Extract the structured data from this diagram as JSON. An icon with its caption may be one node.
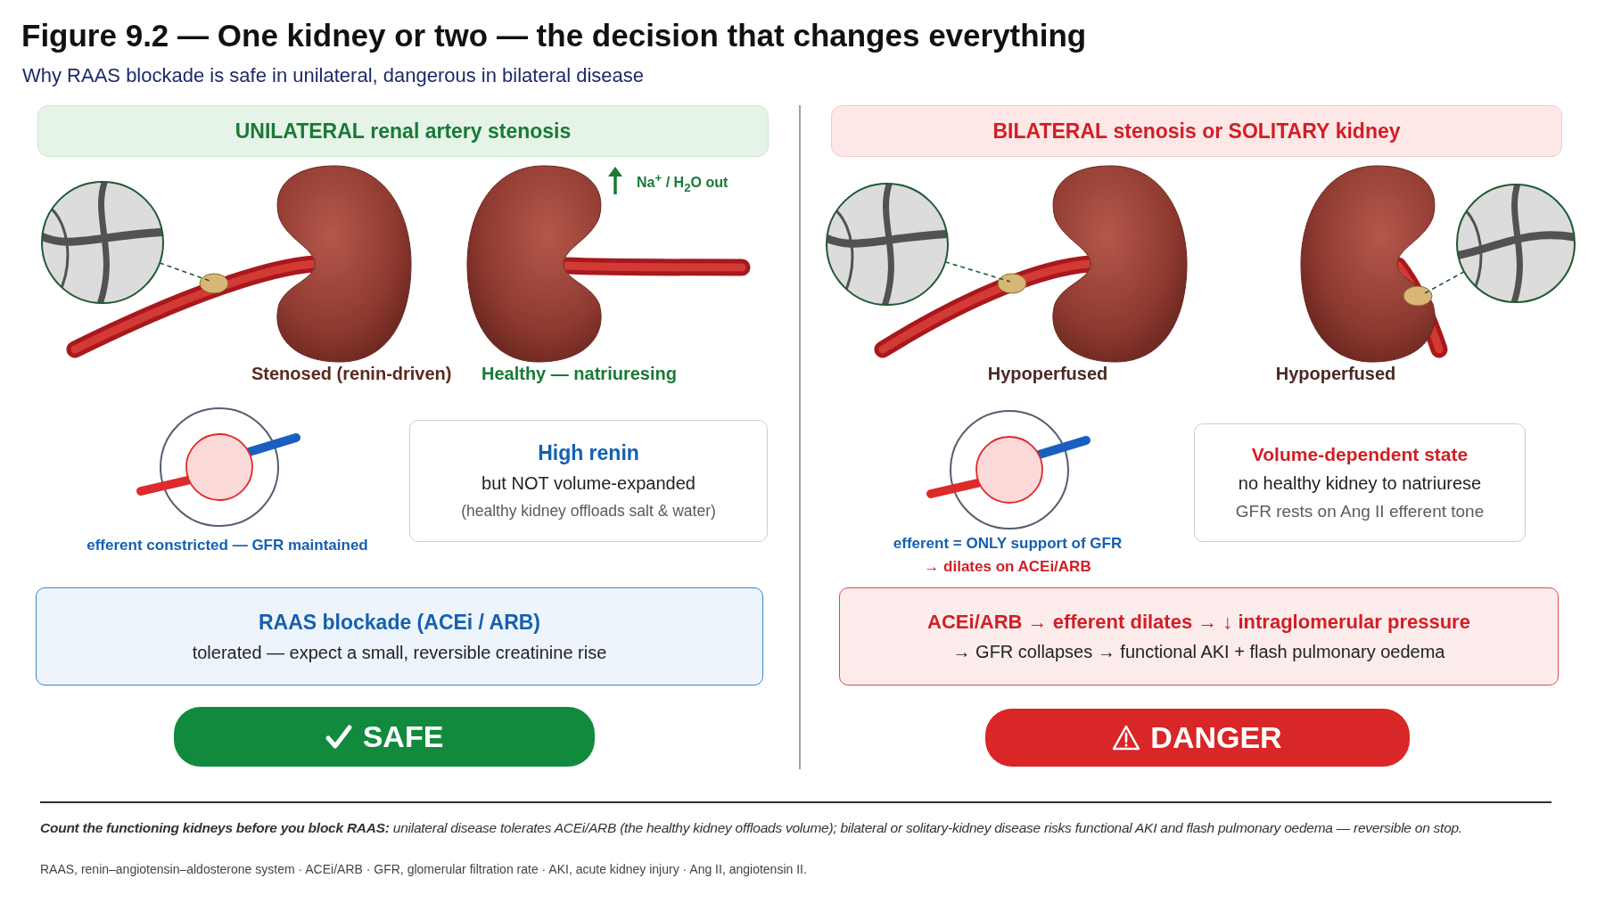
{
  "diagram": {
    "title": "Figure 9.2 — One kidney or two — the decision that changes everything",
    "caption": "**Count the functioning kidneys before you block RAAS:** unilateral disease tolerates ACEi/ARB (the healthy kidney offloads volume); bilateral or solitary-kidney disease risks functional AKI and flash pulmonary oedema — reversible on stop.",
    "nodes": [
      {
        "text": [
          "**UNILATERAL** renal artery stenosis"
        ]
      },
      {
        "text": [],
        "shape": "picture"
      },
      {
        "text": [],
        "shape": "picture",
        "beside": [
          "Stenosed (renin-driven)"
        ]
      },
      {
        "text": [],
        "shape": "picture",
        "beside": [
          "Healthy — natriuresing"
        ]
      },
      {
        "text": [],
        "shape": "picture",
        "beside": [
          "efferent constricted — GFR maintained"
        ]
      },
      {
        "text": [
          "High renin",
          "but NOT volume-expanded",
          "(healthy kidney offloads salt & water)"
        ]
      },
      {
        "text": [
          "RAAS blockade (ACEi / ARB)",
          "tolerated — expect a small, reversible creatinine rise"
        ]
      },
      {
        "text": [
          "SAFE"
        ]
      },
      {
        "text": [
          "**BILATERAL** stenosis or **SOLITARY** kidney"
        ]
      },
      {
        "text": [],
        "shape": "picture"
      },
      {
        "text": [],
        "shape": "picture",
        "beside": [
          "Hypoperfused"
        ]
      },
      {
        "text": [],
        "shape": "picture",
        "beside": [
          "Hypoperfused"
        ]
      },
      {
        "text": [],
        "shape": "picture"
      },
      {
        "text": [],
        "shape": "picture",
        "beside": [
          "efferent = ONLY support of GFR",
          "→ dilates on ACEi/ARB"
        ]
      },
      {
        "text": [
          "Volume-dependent state",
          "no healthy kidney to natriurese",
          "GFR rests on Ang II efferent tone"
        ]
      },
      {
        "text": [
          "ACEi/ARB → efferent dilates → ↓ intraglomerular pressure",
          "→ GFR collapses → functional AKI + flash pulmonary oedema"
        ]
      },
      {
        "text": [
          "DANGER"
        ]
      }
    ],
    "edges": [
      {
        "from": 1,
        "to": 2,
        "arrow": "none",
        "style": "dashed"
      },
      {
        "from": 9,
        "to": 10,
        "arrow": "none",
        "style": "dashed"
      },
      {
        "from": 12,
        "to": 11,
        "arrow": "none",
        "style": "dashed"
      }
    ],
    "labels": [
      "Why RAAS blockade is safe in unilateral, dangerous in bilateral disease",
      "Na$^{+}$ / H$_{2}$O out",
      "RAAS, renin–angiotensin–aldosterone system · ACEi/ARB · GFR, glomerular filtration rate · AKI, acute kidney injury · Ang II, angiotensin II."
    ]
  }
}
